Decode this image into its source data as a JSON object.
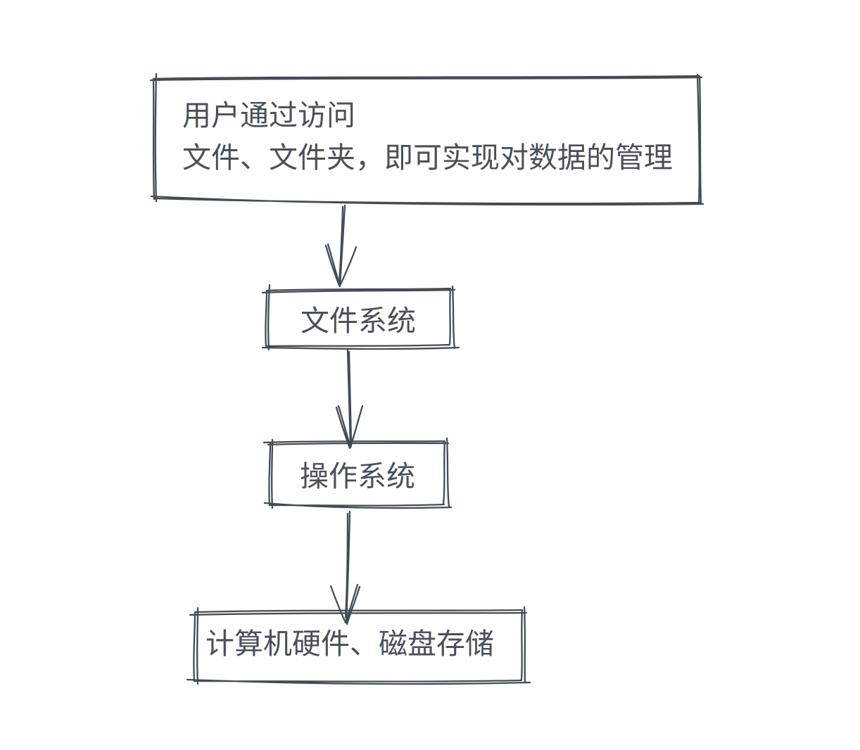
{
  "style": {
    "background": "#ffffff",
    "stroke_color": "#424c56",
    "text_color": "#49505a"
  },
  "diagram": {
    "type": "flowchart",
    "direction": "top-down",
    "nodes": [
      {
        "id": "user-access",
        "lines": [
          "用户通过访问",
          "文件、文件夹，即可实现对数据的管理"
        ]
      },
      {
        "id": "file-system",
        "label": "文件系统"
      },
      {
        "id": "operating-system",
        "label": "操作系统"
      },
      {
        "id": "hardware-storage",
        "label": "计算机硬件、磁盘存储"
      }
    ],
    "edges": [
      {
        "from": "user-access",
        "to": "file-system",
        "style": "sketchy-arrow-down"
      },
      {
        "from": "file-system",
        "to": "operating-system",
        "style": "sketchy-arrow-down"
      },
      {
        "from": "operating-system",
        "to": "hardware-storage",
        "style": "sketchy-arrow-down"
      }
    ]
  }
}
